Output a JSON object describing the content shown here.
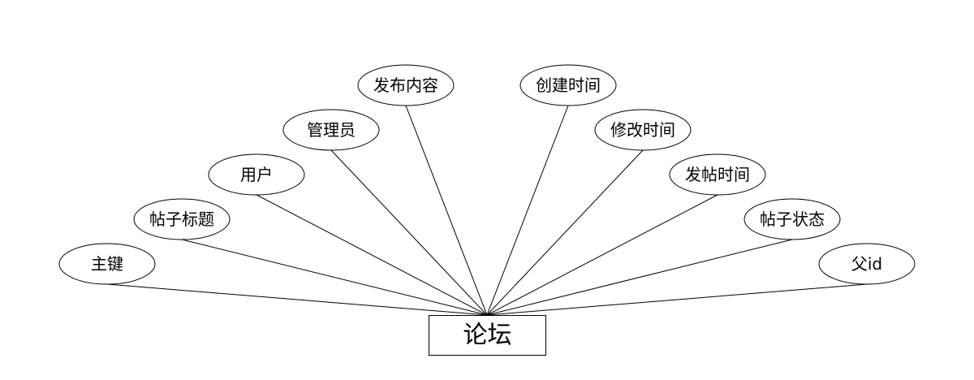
{
  "entity": {
    "label": "论坛"
  },
  "attributes": [
    {
      "id": "pk",
      "label": "主键"
    },
    {
      "id": "title",
      "label": "帖子标题"
    },
    {
      "id": "user",
      "label": "用户"
    },
    {
      "id": "admin",
      "label": "管理员"
    },
    {
      "id": "content",
      "label": "发布内容"
    },
    {
      "id": "created",
      "label": "创建时间"
    },
    {
      "id": "modified",
      "label": "修改时间"
    },
    {
      "id": "posted",
      "label": "发帖时间"
    },
    {
      "id": "status",
      "label": "帖子状态"
    },
    {
      "id": "parent",
      "label": "父id"
    }
  ]
}
